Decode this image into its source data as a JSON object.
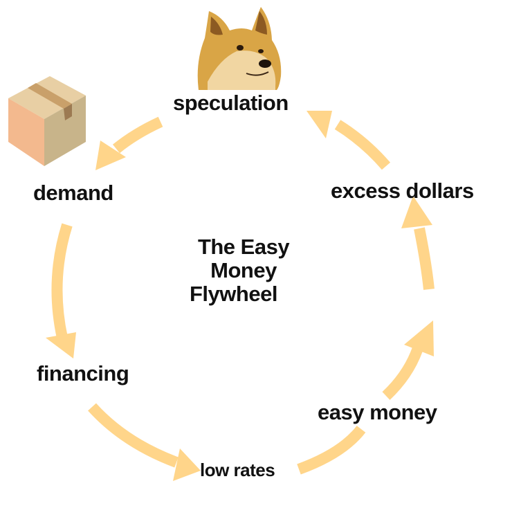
{
  "diagram": {
    "title_lines": [
      "The Easy",
      "Money",
      "Flywheel"
    ],
    "nodes": {
      "speculation": "speculation",
      "demand": "demand",
      "financing": "financing",
      "low_rates": "low rates",
      "easy_money": "easy money",
      "excess_dollars": "excess dollars"
    },
    "arrow_color": "#FFD58A",
    "icons": [
      "doge-dog-icon",
      "cardboard-box-icon"
    ]
  }
}
